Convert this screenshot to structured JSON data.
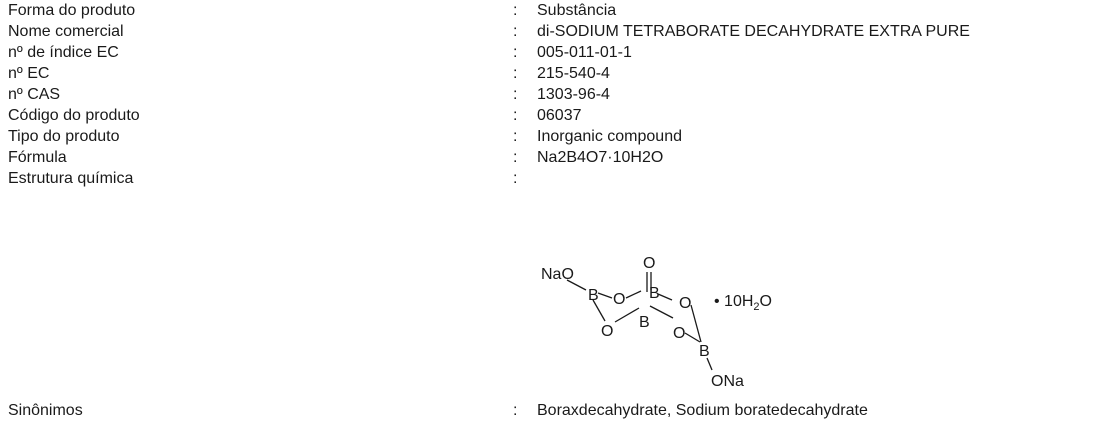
{
  "rows": [
    {
      "label": "Forma do produto",
      "colon": ":",
      "value": "Substância"
    },
    {
      "label": "Nome comercial",
      "colon": ":",
      "value": "di-SODIUM TETRABORATE DECAHYDRATE EXTRA PURE"
    },
    {
      "label": "nº de índice EC",
      "colon": ":",
      "value": "005-011-01-1"
    },
    {
      "label": "nº EC",
      "colon": ":",
      "value": "215-540-4"
    },
    {
      "label": "nº CAS",
      "colon": ":",
      "value": "1303-96-4"
    },
    {
      "label": "Código do produto",
      "colon": ":",
      "value": "06037"
    },
    {
      "label": "Tipo do produto",
      "colon": ":",
      "value": "Inorganic compound"
    },
    {
      "label": "Fórmula",
      "colon": ":",
      "value": "Na2B4O7·10H2O"
    },
    {
      "label": "Estrutura química",
      "colon": ":"
    },
    {
      "label": "Sinônimos",
      "colon": ":",
      "value": "Boraxdecahydrate, Sodium boratedecahydrate"
    }
  ],
  "structure": {
    "na_top": "NaO",
    "na_bottom": "ONa",
    "boron": "B",
    "oxygen": "O",
    "hydrate_prefix": "• 10H",
    "hydrate_sub": "2",
    "hydrate_suffix": "O"
  }
}
